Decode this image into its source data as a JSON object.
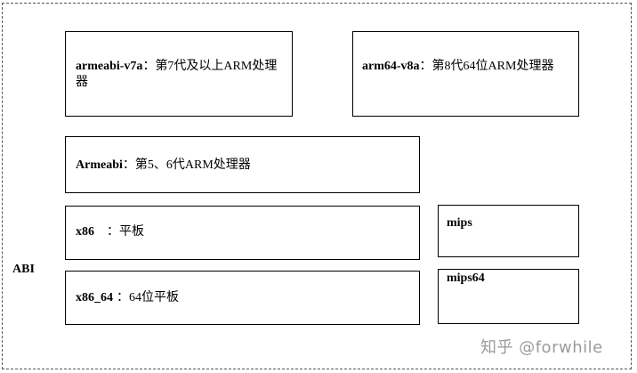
{
  "diagram": {
    "abi_label": "ABI",
    "boxes": {
      "armeabi_v7a": {
        "name": "armeabi-v7a",
        "separator": "：",
        "desc": "第7代及以上ARM处理器"
      },
      "arm64_v8a": {
        "name": "arm64-v8a",
        "separator": "：",
        "desc": "第8代64位ARM处理器"
      },
      "armeabi": {
        "name": "Armeabi",
        "separator": "：",
        "desc": "第5、6代ARM处理器"
      },
      "x86": {
        "name": "x86",
        "separator": "：",
        "desc": "平板"
      },
      "x86_64": {
        "name": "x86_64",
        "separator": "：",
        "desc": "64位平板"
      },
      "mips": {
        "name": "mips"
      },
      "mips64": {
        "name": "mips64"
      }
    }
  },
  "watermark": "知乎 @forwhile"
}
